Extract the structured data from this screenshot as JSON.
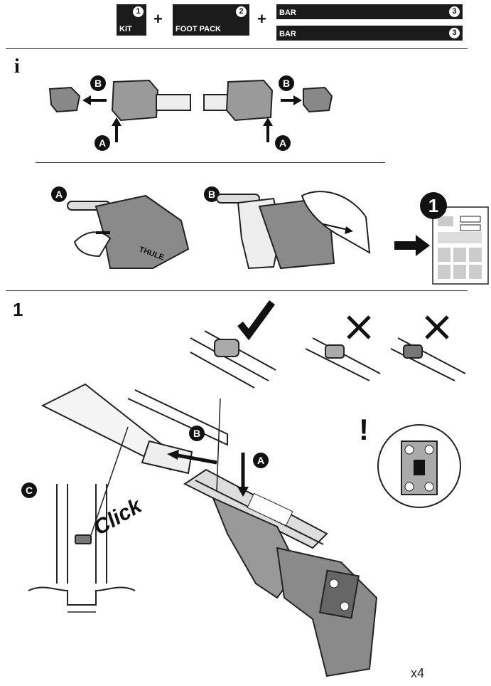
{
  "header": {
    "kit": {
      "label": "KIT",
      "number": "1"
    },
    "foot_pack": {
      "label": "FOOT PACK",
      "number": "2"
    },
    "bars": [
      {
        "label": "BAR",
        "number": "3"
      },
      {
        "label": "BAR",
        "number": "3"
      }
    ],
    "plus": "+"
  },
  "info_section": {
    "icon": "i",
    "letters": {
      "a": "A",
      "b": "B"
    },
    "sheet_number": "1",
    "brand": "THULE"
  },
  "step1": {
    "number": "1",
    "letters": {
      "a": "A",
      "b": "B",
      "c": "C"
    },
    "click_label": "Click",
    "warning": "!",
    "quantity": "x4"
  }
}
